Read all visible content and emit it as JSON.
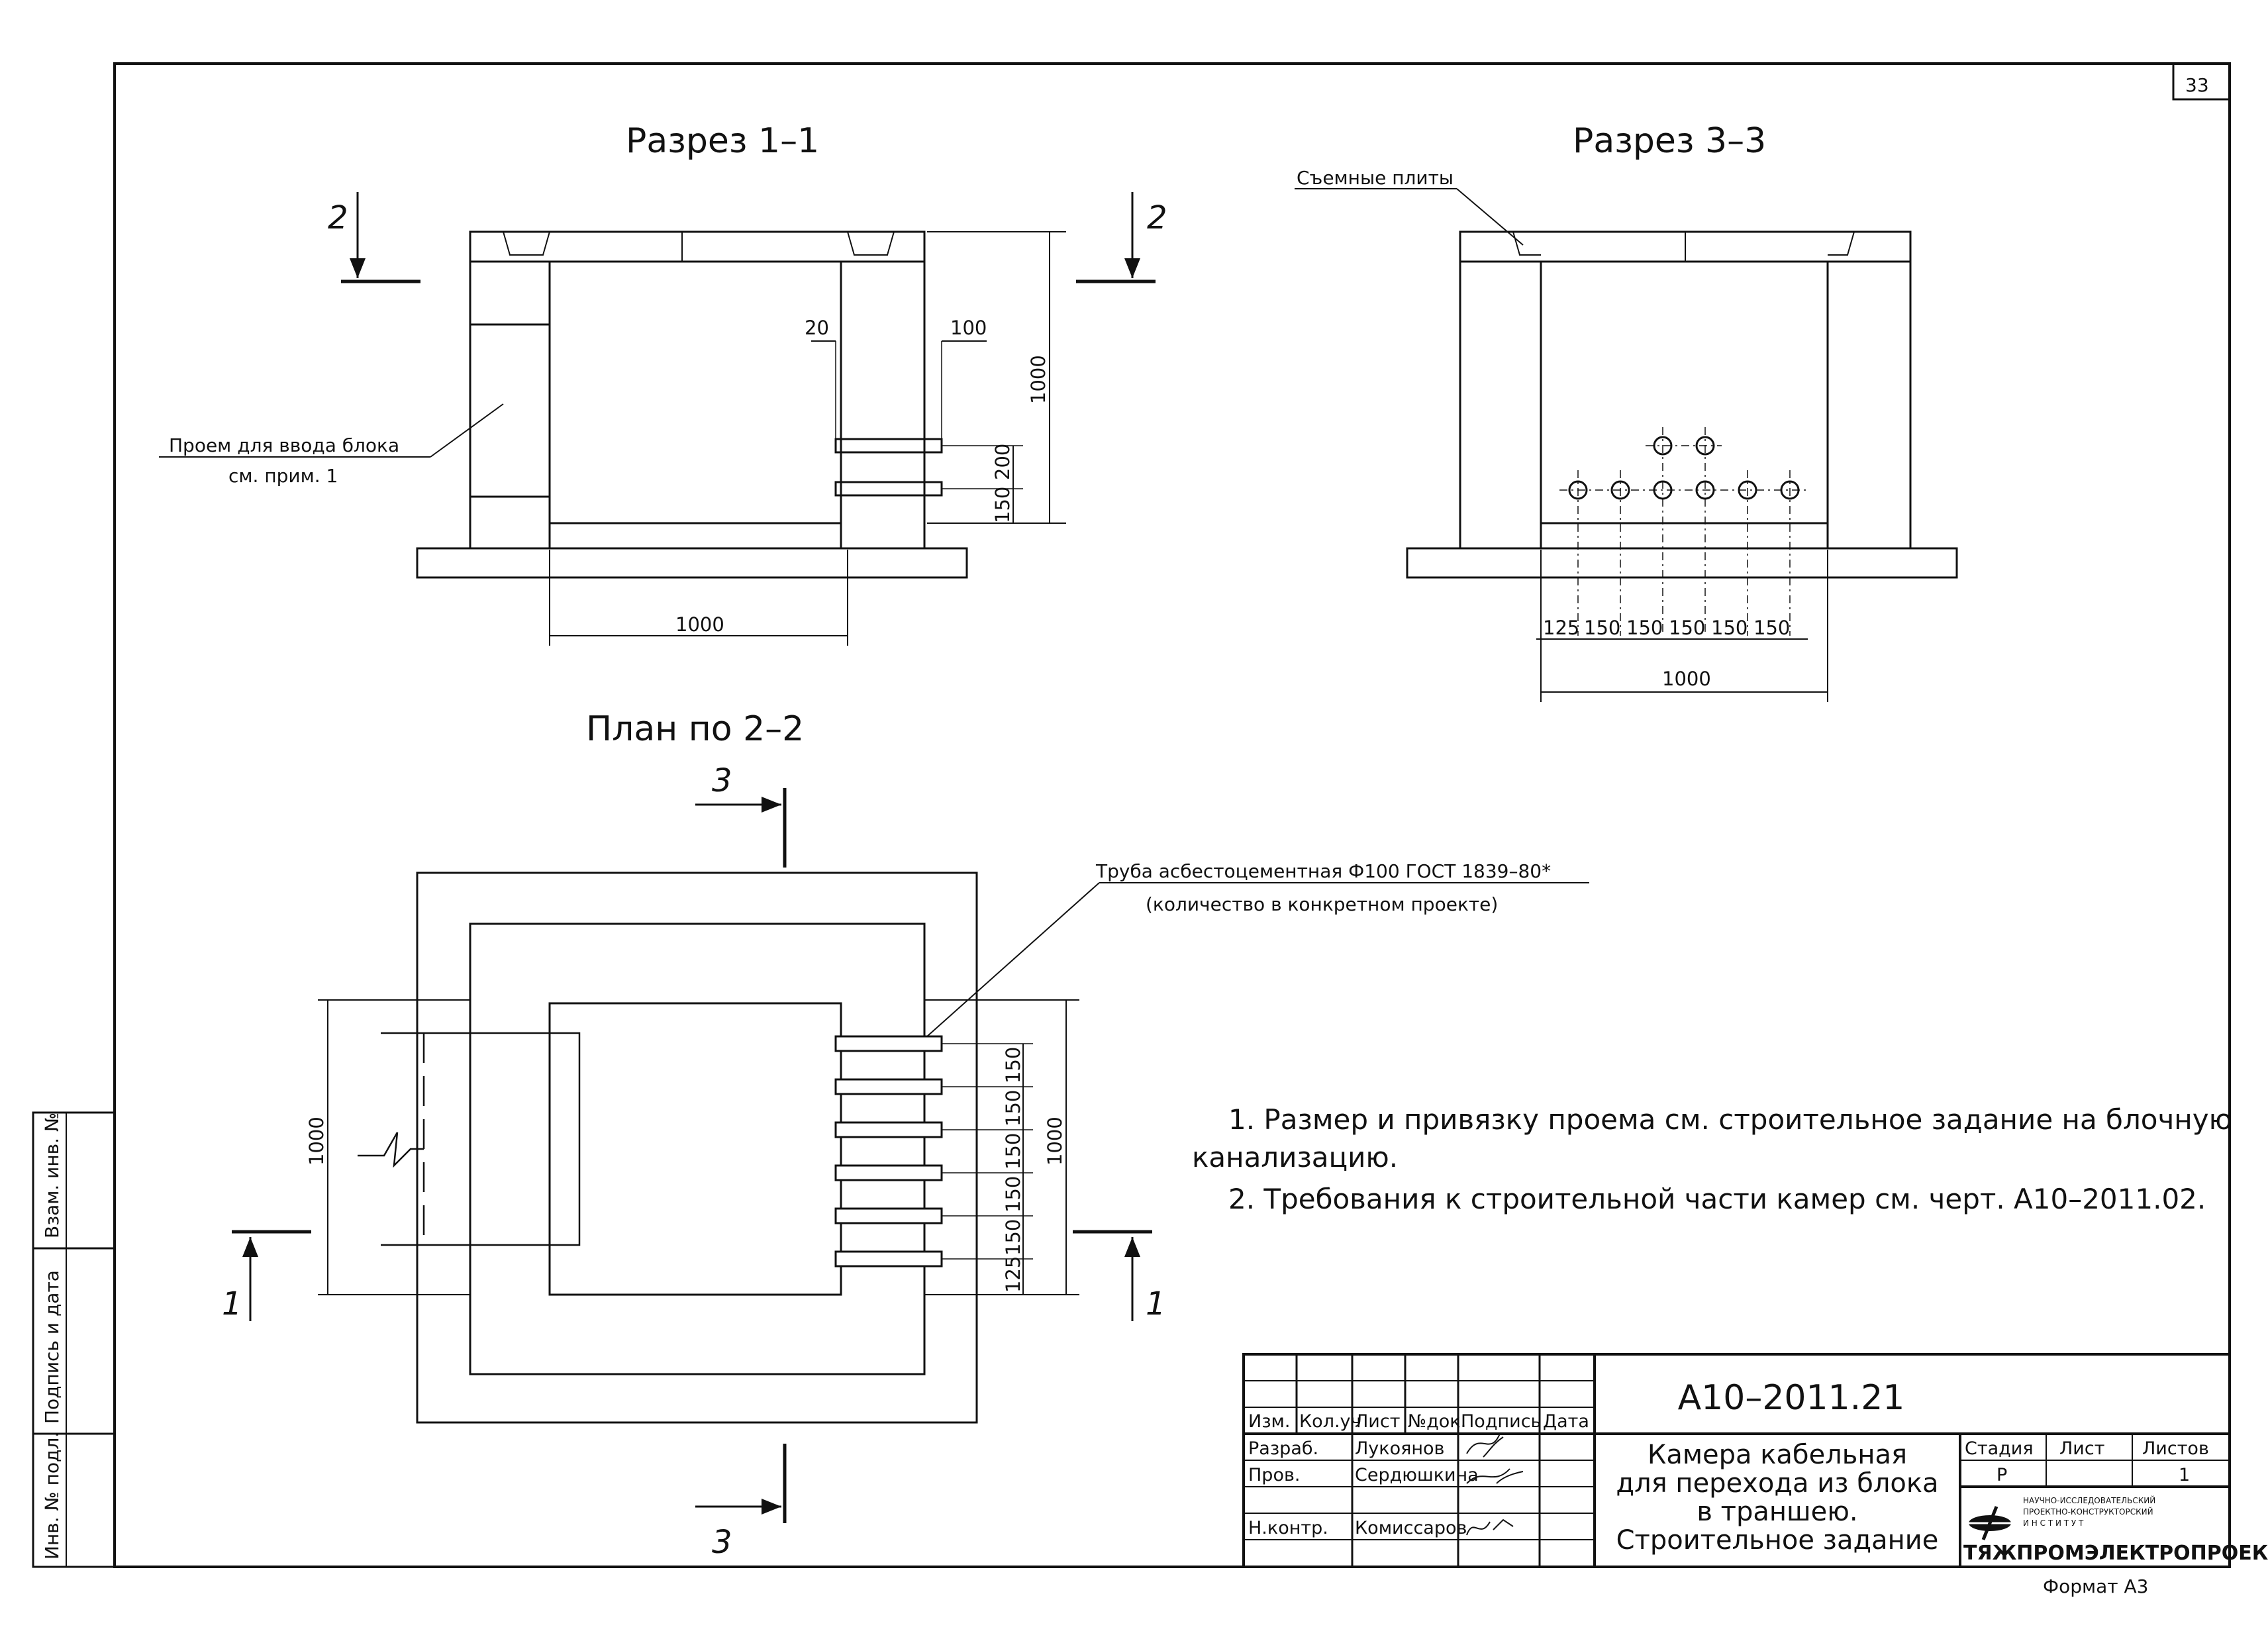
{
  "sheet_number": "33",
  "format_label": "Формат А3",
  "section_1": {
    "title": "Разрез 1–1",
    "opening_label_line1": "Проем для ввода блока",
    "opening_label_line2": "см. прим. 1",
    "dims": {
      "height": "1000",
      "inner_width": "1000",
      "wall_gap": "20",
      "wall_thick": "100",
      "pipe_spacing": "200",
      "pipe_base": "150"
    },
    "cut_mark": "2"
  },
  "section_3": {
    "title": "Разрез 3–3",
    "slabs_label": "Съемные плиты",
    "dims": {
      "first": "125",
      "spacing": [
        "150",
        "150",
        "150",
        "150",
        "150"
      ],
      "total": "1000"
    }
  },
  "plan": {
    "title": "План по 2–2",
    "pipe_label_line1": "Труба асбестоцементная Ф100 ГОСТ 1839–80*",
    "pipe_label_line2": "(количество в конкретном проекте)",
    "dims": {
      "left_total": "1000",
      "right_total": "1000",
      "spacing": [
        "150",
        "150",
        "150",
        "150",
        "150"
      ],
      "first": "125"
    },
    "cut_mark_1": "1",
    "cut_mark_3": "3"
  },
  "notes": [
    {
      "line1": "1. Размер и привязку проема см. строительное задание на блочную",
      "line2": "канализацию."
    },
    {
      "line1": "2. Требования к строительной части камер см. черт. А10–2011.02.",
      "line2": ""
    }
  ],
  "side_stamp": [
    "Инв. № подл.",
    "Подпись и дата",
    "Взам. инв. №"
  ],
  "title_block": {
    "doc_code": "А10–2011.21",
    "headers": [
      "Изм.",
      "Кол.уч",
      "Лист",
      "№док.",
      "Подпись",
      "Дата"
    ],
    "rows": [
      {
        "role": "Разраб.",
        "name": "Лукоянов"
      },
      {
        "role": "Пров.",
        "name": "Сердюшкина"
      },
      {
        "role": "Н.контр.",
        "name": "Комиссаров"
      }
    ],
    "title_lines": [
      "Камера кабельная",
      "для перехода из блока",
      "в траншею.",
      "Строительное задание"
    ],
    "stage_label": "Стадия",
    "sheet_label": "Лист",
    "sheets_label": "Листов",
    "stage_value": "Р",
    "sheet_value": "",
    "sheets_value": "1",
    "org_lines": [
      "НАУЧНО-ИССЛЕДОВАТЕЛЬСКИЙ",
      "ПРОЕКТНО-КОНСТРУКТОРСКИЙ",
      "И Н С Т И Т У Т"
    ],
    "org_name": "ТЯЖПРОМЭЛЕКТРОПРОЕКТ"
  }
}
